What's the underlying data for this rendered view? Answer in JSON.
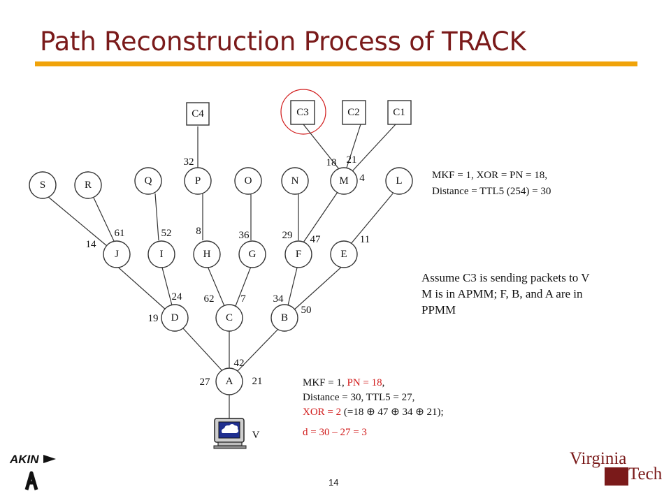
{
  "slide": {
    "title": "Path Reconstruction Process of TRACK",
    "page_number": "14"
  },
  "colors": {
    "title": "#7a1a1a",
    "rule": "#f0a30a",
    "highlight": "#d11a1a"
  },
  "tree": {
    "nodes": {
      "C4": "C4",
      "C3": "C3",
      "C2": "C2",
      "C1": "C1",
      "S": "S",
      "R": "R",
      "Q": "Q",
      "P": "P",
      "O": "O",
      "N": "N",
      "M": "M",
      "L": "L",
      "J": "J",
      "I": "I",
      "H": "H",
      "G": "G",
      "F": "F",
      "E": "E",
      "D": "D",
      "C": "C",
      "B": "B",
      "A": "A",
      "V": "V"
    },
    "edges": {
      "C4-P": "32",
      "C3-M": "18",
      "C2-M": "21",
      "C1-M": "4",
      "S-J": "14",
      "R-J": "61",
      "Q-I": "52",
      "P-H": "8",
      "O-G": "36",
      "N-F": "29",
      "M-F": "47",
      "L-E": "11",
      "J-D": "19",
      "I-D": "24",
      "H-C": "62",
      "G-C": "7",
      "F-B": "34",
      "E-B": "50",
      "D-A": "27",
      "C-A": "42",
      "B-A": "21"
    }
  },
  "annotations": {
    "top": {
      "line1": "MKF = 1, XOR = PN = 18,",
      "line2": "Distance = TTL5 (254) = 30"
    },
    "assume": {
      "line1": "Assume C3 is sending packets to V",
      "line2": "M is in APMM; F, B, and A are in",
      "line3": "PPMM"
    },
    "bottom": {
      "l1_a": "MKF = 1, ",
      "l1_b": "PN = 18",
      "l1_c": ",",
      "l2": "Distance = 30, TTL5 = 27,",
      "l3_a": "XOR = 2",
      "l3_b": " (=18 ⊕ 47 ⊕ 34 ⊕ 21);",
      "l4": "d = 30 – 27 = 3"
    }
  },
  "logos": {
    "akin": "AKIN",
    "vt_line1": "Virginia",
    "vt_line2": "Tech"
  }
}
